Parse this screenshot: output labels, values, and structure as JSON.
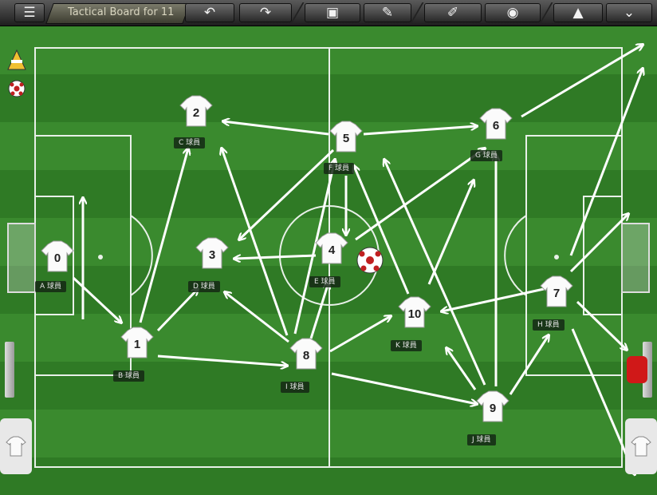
{
  "app": {
    "title": "Tactical Board for 11"
  },
  "toolbar": {
    "menu": "☰",
    "undo": "↶",
    "redo": "↷",
    "formation": "▣",
    "draw": "✎",
    "eraser": "✐",
    "ball": "◉",
    "cone": "▲",
    "more": "⌄"
  },
  "tools": {
    "cone_icon": "traffic-cone-icon",
    "ball_icon": "soccer-ball-icon"
  },
  "players": [
    {
      "num": "0",
      "label": "A 球員"
    },
    {
      "num": "1",
      "label": "B 球員"
    },
    {
      "num": "2",
      "label": "C 球員"
    },
    {
      "num": "3",
      "label": "D 球員"
    },
    {
      "num": "4",
      "label": "E 球員"
    },
    {
      "num": "5",
      "label": "F 球員"
    },
    {
      "num": "6",
      "label": "G 球員"
    },
    {
      "num": "7",
      "label": "H 球員"
    },
    {
      "num": "8",
      "label": "I 球員"
    },
    {
      "num": "9",
      "label": "J 球員"
    },
    {
      "num": "10",
      "label": "K 球員"
    }
  ],
  "colors": {
    "pitch_light": "#3a8a2e",
    "pitch_dark": "#2f7a25",
    "line": "#e8f0e8",
    "arrow": "#ffffff"
  }
}
